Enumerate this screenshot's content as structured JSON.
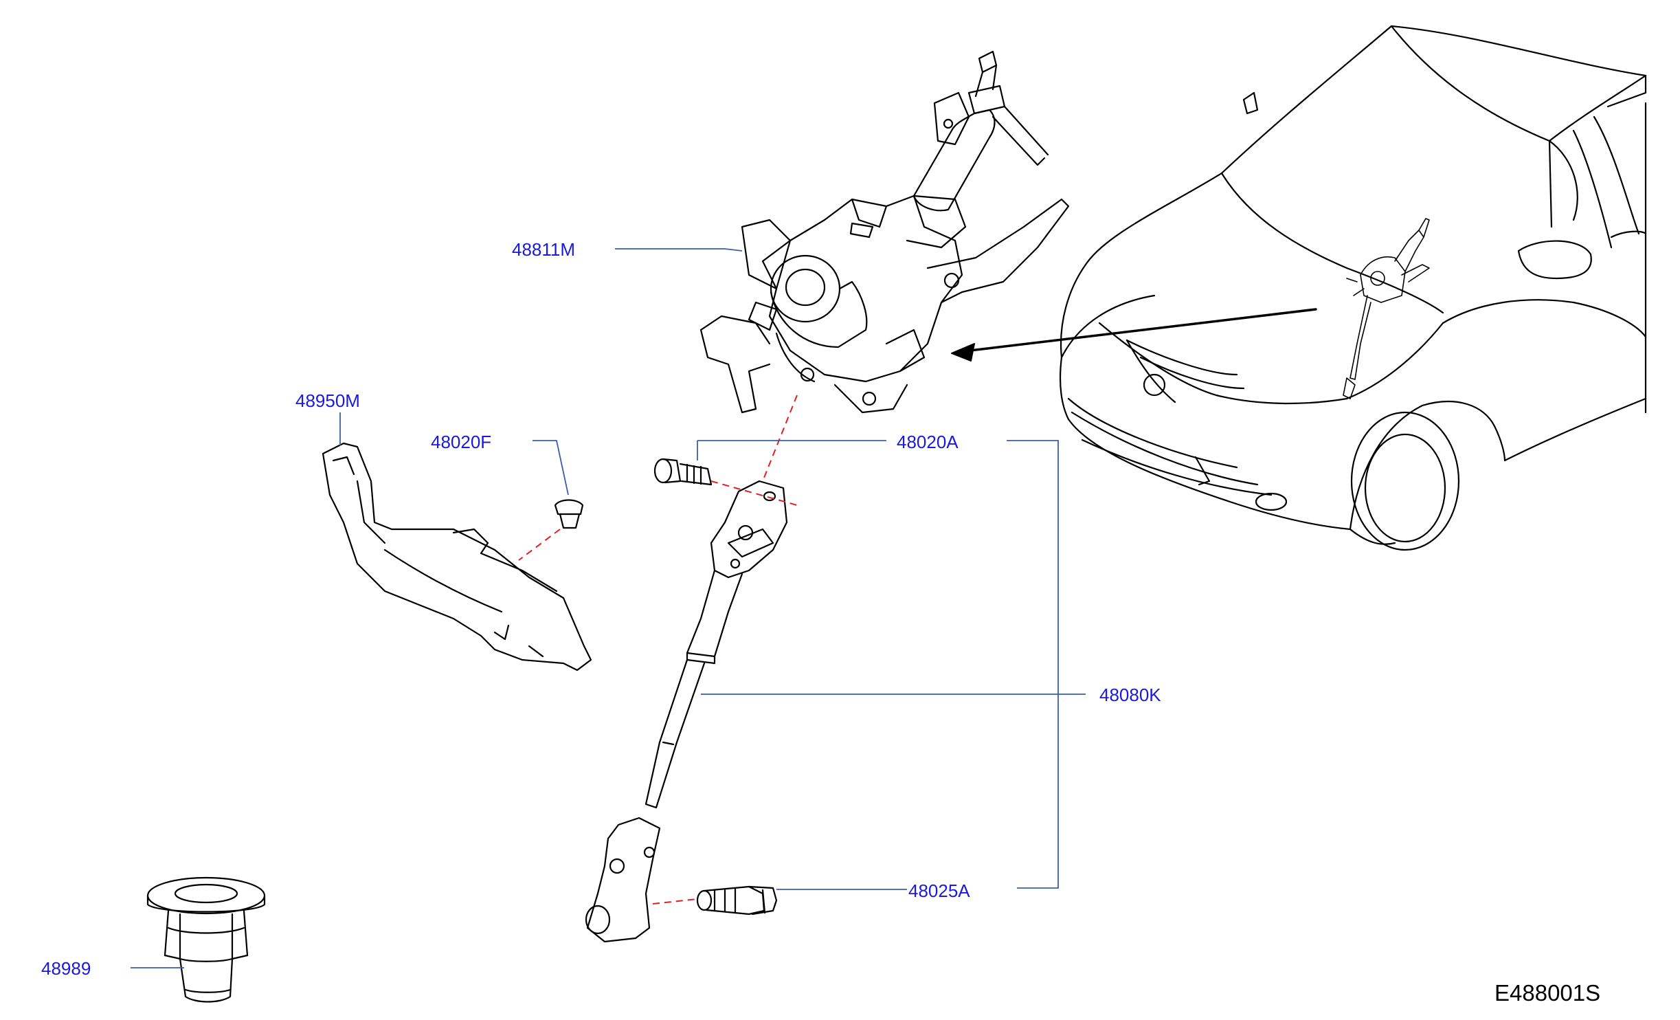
{
  "diagram": {
    "code": "E488001S"
  },
  "callouts": {
    "p48811M": "48811M",
    "p48950M": "48950M",
    "p48020F": "48020F",
    "p48020A": "48020A",
    "p48080K": "48080K",
    "p48025A": "48025A",
    "p48989": "48989"
  },
  "colors": {
    "callout_text": "#1a1adf",
    "leader_line": "#3a5fa8",
    "dashed_line": "#e02020",
    "line_art": "#000000"
  }
}
